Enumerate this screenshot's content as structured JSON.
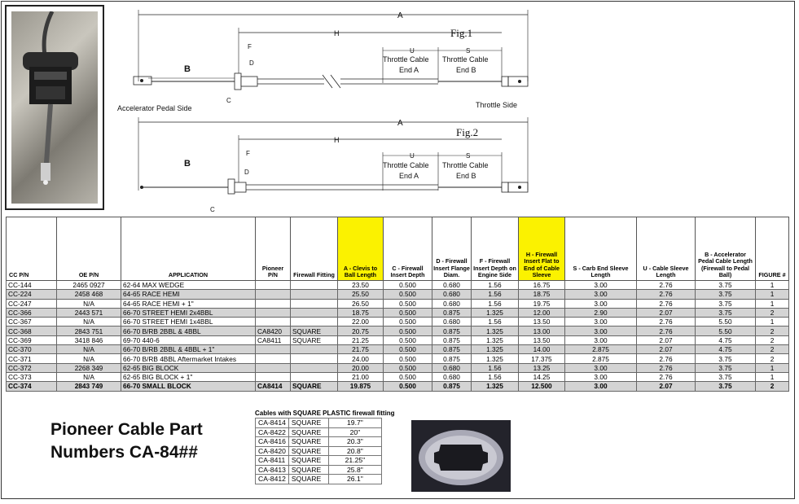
{
  "diagram": {
    "fig1_label": "Fig.1",
    "fig2_label": "Fig.2",
    "dim_a": "A",
    "dim_h": "H",
    "dim_u": "U",
    "dim_s": "S",
    "dim_f": "F",
    "dim_d": "D",
    "dim_c": "C",
    "dim_b": "B",
    "throttle_cable_label": "Throttle Cable",
    "end_a_label": "End A",
    "end_b_label": "End B",
    "accelerator_side_label": "Accelerator Pedal Side",
    "throttle_side_label": "Throttle Side"
  },
  "table": {
    "headers": [
      "CC P/N",
      "OE P/N",
      "APPLICATION",
      "Pioneer P/N",
      "Firewall Fitting",
      "A - Clevis to Ball Length",
      "C - Firewall Insert Depth",
      "D - Firewall Insert Flange Diam.",
      "F - Firewall Insert Depth on Engine Side",
      "H - Firewall Insert Flat to End of Cable Sleeve",
      "S - Carb End Sleeve Length",
      "U - Cable Sleeve Length",
      "B - Accelerator Pedal Cable Length (Firewall to Pedal Ball)",
      "FIGURE #"
    ],
    "rows": [
      [
        "CC-144",
        "2465 0927",
        "62-64 MAX WEDGE",
        "",
        "",
        "23.50",
        "0.500",
        "0.680",
        "1.56",
        "16.75",
        "3.00",
        "2.76",
        "3.75",
        "1"
      ],
      [
        "CC-224",
        "2458 468",
        "64-65 RACE HEMI",
        "",
        "",
        "25.50",
        "0.500",
        "0.680",
        "1.56",
        "18.75",
        "3.00",
        "2.76",
        "3.75",
        "1"
      ],
      [
        "CC-247",
        "N/A",
        "64-65 RACE HEMI + 1\"",
        "",
        "",
        "26.50",
        "0.500",
        "0.680",
        "1.56",
        "19.75",
        "3.00",
        "2.76",
        "3.75",
        "1"
      ],
      [
        "CC-366",
        "2443 571",
        "66-70 STREET HEMI 2x4BBL",
        "",
        "",
        "18.75",
        "0.500",
        "0.875",
        "1.325",
        "12.00",
        "2.90",
        "2.07",
        "3.75",
        "2"
      ],
      [
        "CC-367",
        "N/A",
        "66-70 STREET HEMI 1x4BBL",
        "",
        "",
        "22.00",
        "0.500",
        "0.680",
        "1.56",
        "13.50",
        "3.00",
        "2.76",
        "5.50",
        "1"
      ],
      [
        "CC-368",
        "2843 751",
        "66-70 B/RB 2BBL & 4BBL",
        "CA8420",
        "SQUARE",
        "20.75",
        "0.500",
        "0.875",
        "1.325",
        "13.00",
        "3.00",
        "2.76",
        "5.50",
        "2"
      ],
      [
        "CC-369",
        "3418 846",
        "69-70 440-6",
        "CA8411",
        "SQUARE",
        "21.25",
        "0.500",
        "0.875",
        "1.325",
        "13.50",
        "3.00",
        "2.07",
        "4.75",
        "2"
      ],
      [
        "CC-370",
        "N/A",
        "66-70 B/RB 2BBL & 4BBL + 1\"",
        "",
        "",
        "21.75",
        "0.500",
        "0.875",
        "1.325",
        "14.00",
        "2.875",
        "2.07",
        "4.75",
        "2"
      ],
      [
        "CC-371",
        "N/A",
        "66-70 B/RB 4BBL Aftermarket Intakes",
        "",
        "",
        "24.00",
        "0.500",
        "0.875",
        "1.325",
        "17.375",
        "2.875",
        "2.76",
        "3.75",
        "2"
      ],
      [
        "CC-372",
        "2268 349",
        "62-65 BIG BLOCK",
        "",
        "",
        "20.00",
        "0.500",
        "0.680",
        "1.56",
        "13.25",
        "3.00",
        "2.76",
        "3.75",
        "1"
      ],
      [
        "CC-373",
        "N/A",
        "62-65 BIG BLOCK + 1\"",
        "",
        "",
        "21.00",
        "0.500",
        "0.680",
        "1.56",
        "14.25",
        "3.00",
        "2.76",
        "3.75",
        "1"
      ],
      [
        "CC-374",
        "2843 749",
        "66-70 SMALL BLOCK",
        "CA8414",
        "SQUARE",
        "19.875",
        "0.500",
        "0.875",
        "1.325",
        "12.500",
        "3.00",
        "2.07",
        "3.75",
        "2"
      ]
    ]
  },
  "title": {
    "line1": "Pioneer Cable Part",
    "line2": "Numbers CA-84##"
  },
  "square_table": {
    "caption": "Cables with SQUARE PLASTIC firewall fitting",
    "rows": [
      [
        "CA-8414",
        "SQUARE",
        "19.7\""
      ],
      [
        "CA-8422",
        "SQUARE",
        "20\""
      ],
      [
        "CA-8416",
        "SQUARE",
        "20.3\""
      ],
      [
        "CA-8420",
        "SQUARE",
        "20.8\""
      ],
      [
        "CA-8411",
        "SQUARE",
        "21.25\""
      ],
      [
        "CA-8413",
        "SQUARE",
        "25.8\""
      ],
      [
        "CA-8412",
        "SQUARE",
        "26.1\""
      ]
    ]
  },
  "colors": {
    "highlight": "#fbf200",
    "row_shade": "#d4d4d4"
  }
}
